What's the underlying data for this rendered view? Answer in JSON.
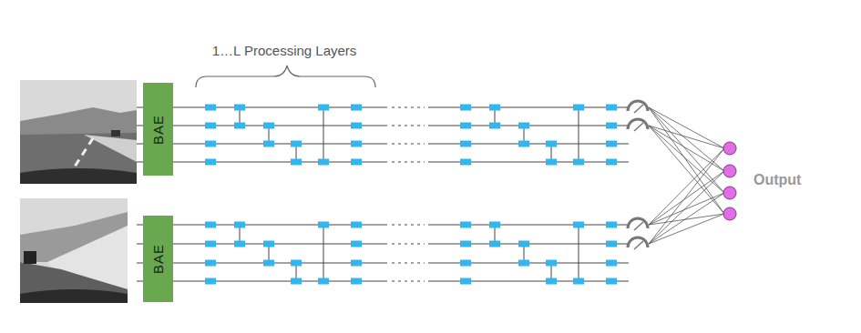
{
  "diagram": {
    "nodes": [
      {
        "text": [
          "BAE"
        ]
      },
      {
        "text": [
          "BAE"
        ]
      }
    ],
    "labels": [
      "1…L Processing Layers",
      "Output"
    ]
  }
}
